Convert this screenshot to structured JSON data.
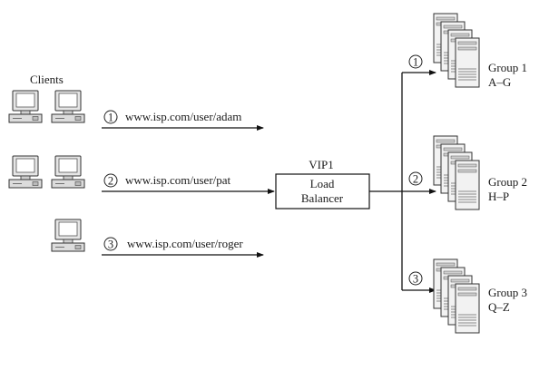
{
  "clients_label": "Clients",
  "requests": [
    {
      "marker": "1",
      "url": "www.isp.com/user/adam"
    },
    {
      "marker": "2",
      "url": "www.isp.com/user/pat"
    },
    {
      "marker": "3",
      "url": "www.isp.com/user/roger"
    }
  ],
  "vip_label": "VIP1",
  "load_balancer": {
    "line1": "Load",
    "line2": "Balancer"
  },
  "groups": [
    {
      "marker": "1",
      "name": "Group 1",
      "range": "A–G"
    },
    {
      "marker": "2",
      "name": "Group 2",
      "range": "H–P"
    },
    {
      "marker": "3",
      "name": "Group 3",
      "range": "Q–Z"
    }
  ]
}
